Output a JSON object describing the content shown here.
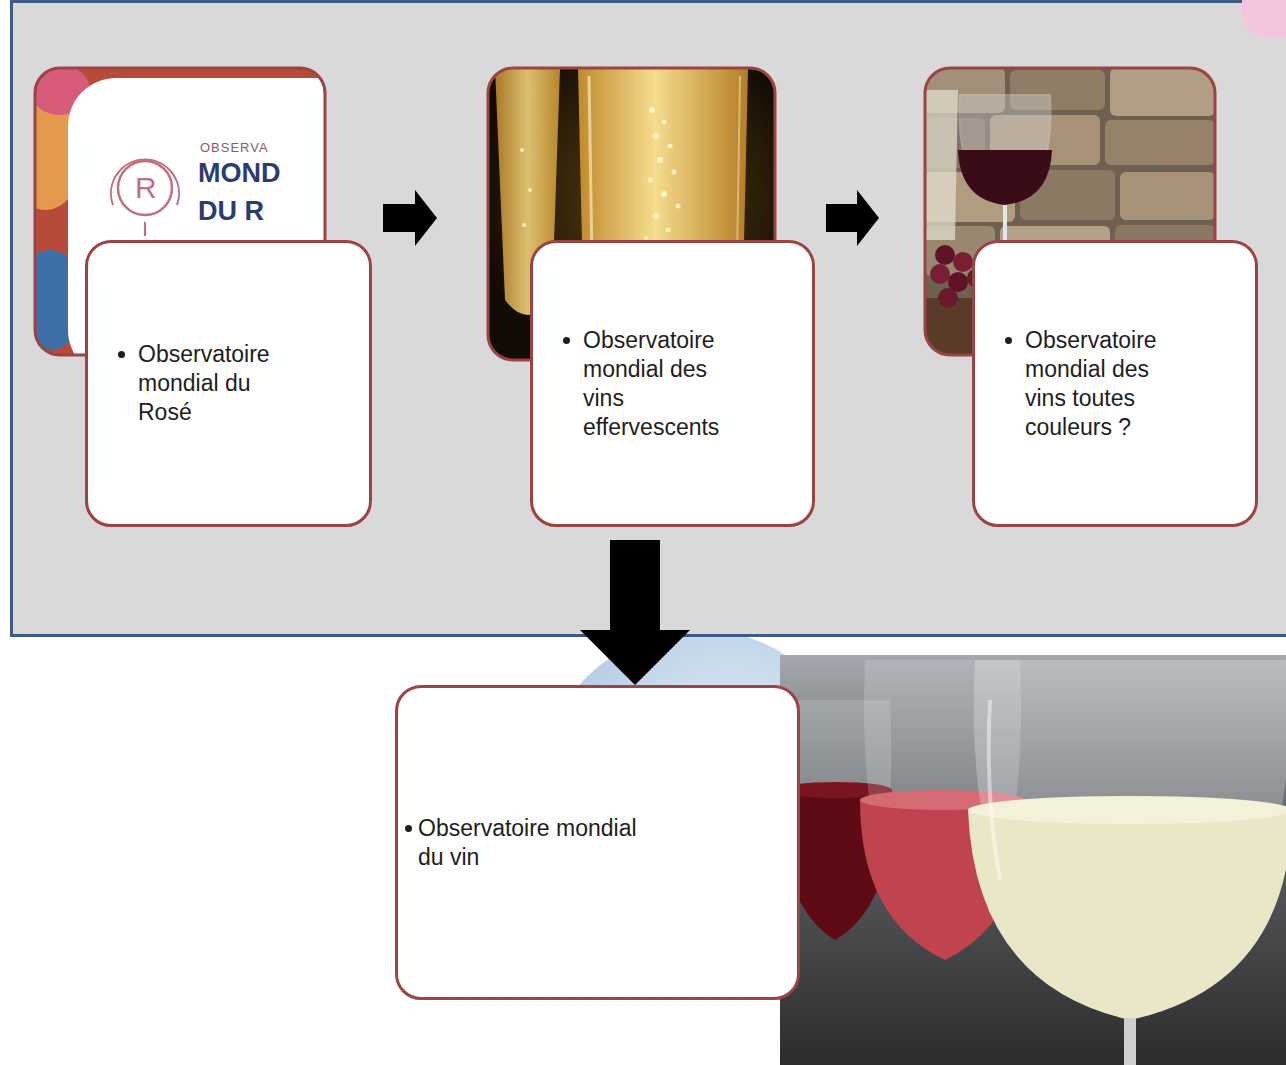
{
  "diagram": {
    "nodes": [
      {
        "text": [
          "Observatoire mondial du Rosé"
        ]
      },
      {
        "text": [
          "Observatoire mondial des vins effervescents"
        ]
      },
      {
        "text": [
          "Observatoire mondial des vins toutes couleurs ?"
        ]
      },
      {
        "text": [
          "Observatoire mondial du vin"
        ]
      }
    ],
    "edges": [
      {
        "from": 0,
        "to": 1,
        "arrow": "to"
      },
      {
        "from": 1,
        "to": 2,
        "arrow": "to"
      },
      {
        "from": 1,
        "to": 3,
        "arrow": "to"
      }
    ],
    "labels": [
      "R",
      "OBSERVA",
      "MOND",
      "DU R"
    ]
  }
}
